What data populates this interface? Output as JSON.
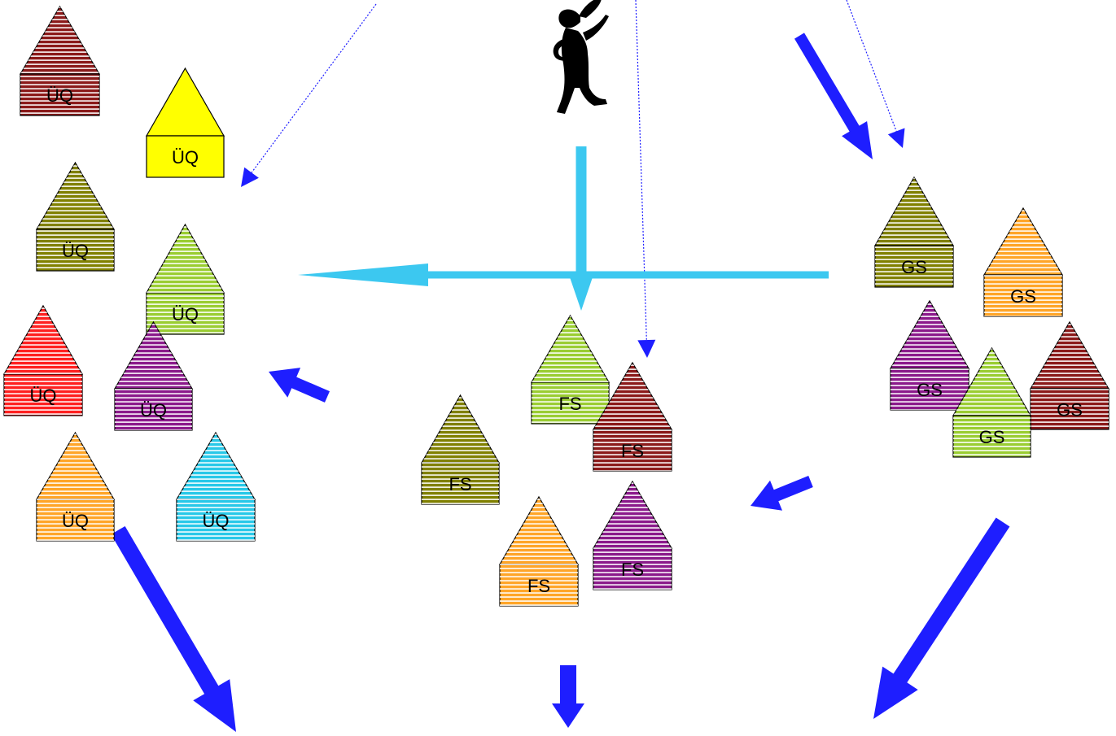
{
  "diagram": {
    "houses_uq": [
      {
        "label": "ÜQ",
        "color": "#8b1a1a",
        "striped": true
      },
      {
        "label": "ÜQ",
        "color": "#ffff00",
        "striped": false
      },
      {
        "label": "ÜQ",
        "color": "#808000",
        "striped": true
      },
      {
        "label": "ÜQ",
        "color": "#9acd32",
        "striped": true
      },
      {
        "label": "ÜQ",
        "color": "#ff2020",
        "striped": true
      },
      {
        "label": "ÜQ",
        "color": "#8b1a8b",
        "striped": true
      },
      {
        "label": "ÜQ",
        "color": "#ffa528",
        "striped": true
      },
      {
        "label": "ÜQ",
        "color": "#28c8e8",
        "striped": true
      }
    ],
    "houses_fs": [
      {
        "label": "FS",
        "color": "#9acd32",
        "striped": true
      },
      {
        "label": "FS",
        "color": "#8b1a1a",
        "striped": true
      },
      {
        "label": "FS",
        "color": "#808000",
        "striped": true
      },
      {
        "label": "FS",
        "color": "#ffa528",
        "striped": true
      },
      {
        "label": "FS",
        "color": "#8b1a8b",
        "striped": true
      }
    ],
    "houses_gs": [
      {
        "label": "GS",
        "color": "#808000",
        "striped": true
      },
      {
        "label": "GS",
        "color": "#ffa528",
        "striped": true
      },
      {
        "label": "GS",
        "color": "#8b1a8b",
        "striped": true
      },
      {
        "label": "GS",
        "color": "#8b1a1a",
        "striped": true
      },
      {
        "label": "GS",
        "color": "#9acd32",
        "striped": true
      }
    ],
    "colors": {
      "arrow_blue": "#1e1eff",
      "arrow_cyan": "#3cc8f0",
      "outline": "#000000"
    },
    "icons": [
      "person-figure-icon"
    ]
  }
}
